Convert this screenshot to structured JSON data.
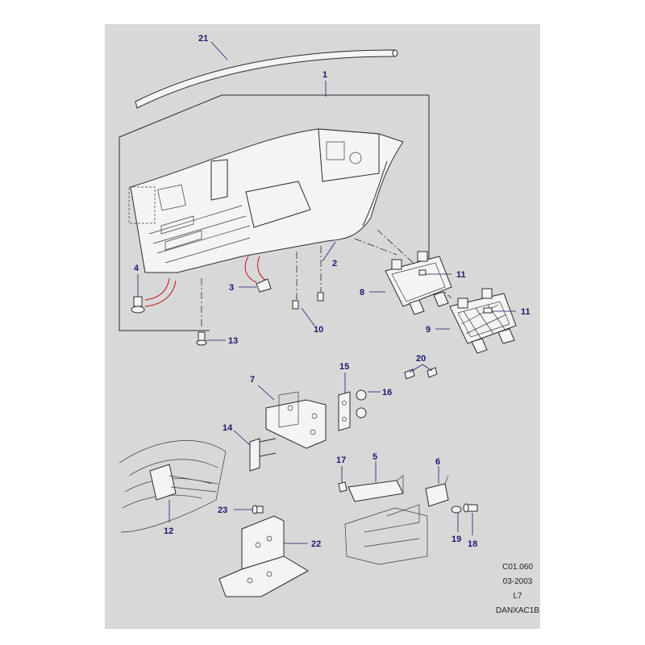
{
  "diagram": {
    "callouts": [
      "21",
      "1",
      "2",
      "3",
      "4",
      "8",
      "9",
      "10",
      "11",
      "11",
      "13",
      "5",
      "6",
      "7",
      "12",
      "14",
      "15",
      "16",
      "17",
      "18",
      "19",
      "20",
      "22",
      "23"
    ],
    "reference": {
      "code": "C01.060",
      "date": "03-2003",
      "level": "L7",
      "id": "DANXAC1B"
    },
    "colors": {
      "label": "#1a1a6e",
      "line": "#2b2b2b",
      "highlight": "#c0161b",
      "background": "#d8d8d8"
    }
  }
}
